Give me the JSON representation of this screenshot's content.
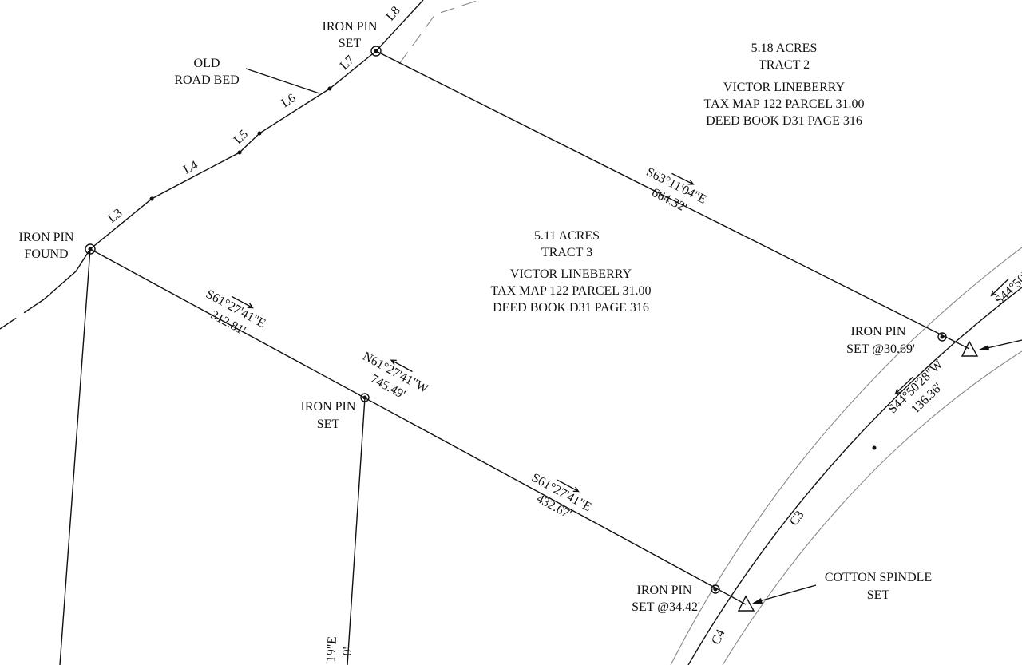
{
  "tract2": {
    "acres": "5.18 ACRES",
    "tract": "TRACT 2",
    "owner": "VICTOR LINEBERRY",
    "tax_map": "TAX MAP 122 PARCEL 31.00",
    "deed": "DEED BOOK D31 PAGE 316"
  },
  "tract3": {
    "acres": "5.11 ACRES",
    "tract": "TRACT 3",
    "owner": "VICTOR LINEBERRY",
    "tax_map": "TAX MAP 122 PARCEL 31.00",
    "deed": "DEED BOOK D31 PAGE 316"
  },
  "monuments": {
    "pin_set_top": [
      "IRON PIN",
      "SET"
    ],
    "pin_found": [
      "IRON PIN",
      "FOUND"
    ],
    "pin_set_mid": [
      "IRON PIN",
      "SET"
    ],
    "pin_set_right": [
      "IRON PIN",
      "SET @30.69'"
    ],
    "pin_set_bottom": [
      "IRON PIN",
      "SET @34.42'"
    ],
    "cotton_spindle": [
      "COTTON SPINDLE",
      "SET"
    ]
  },
  "old_road": [
    "OLD",
    "ROAD BED"
  ],
  "line_labels": [
    "L3",
    "L4",
    "L5",
    "L6",
    "L7",
    "L8"
  ],
  "curve_labels": [
    "C3",
    "C4"
  ],
  "bearings": {
    "north_line": {
      "bearing": "S63°11'04\"E",
      "distance": "664.32'"
    },
    "south_line_west": {
      "bearing": "S61°27'41\"E",
      "distance": "312.81'"
    },
    "south_line_total": {
      "bearing": "N61°27'41\"W",
      "distance": "745.49'"
    },
    "south_line_east": {
      "bearing": "S61°27'41\"E",
      "distance": "432.67'"
    },
    "road_line": {
      "bearing": "S44°50'28\"W",
      "distance": "136.36'"
    },
    "road_line_top": {
      "bearing": "S44°50'"
    },
    "mid_line_partial": {
      "bearing": "'19\"E",
      "distance": "0'"
    }
  }
}
